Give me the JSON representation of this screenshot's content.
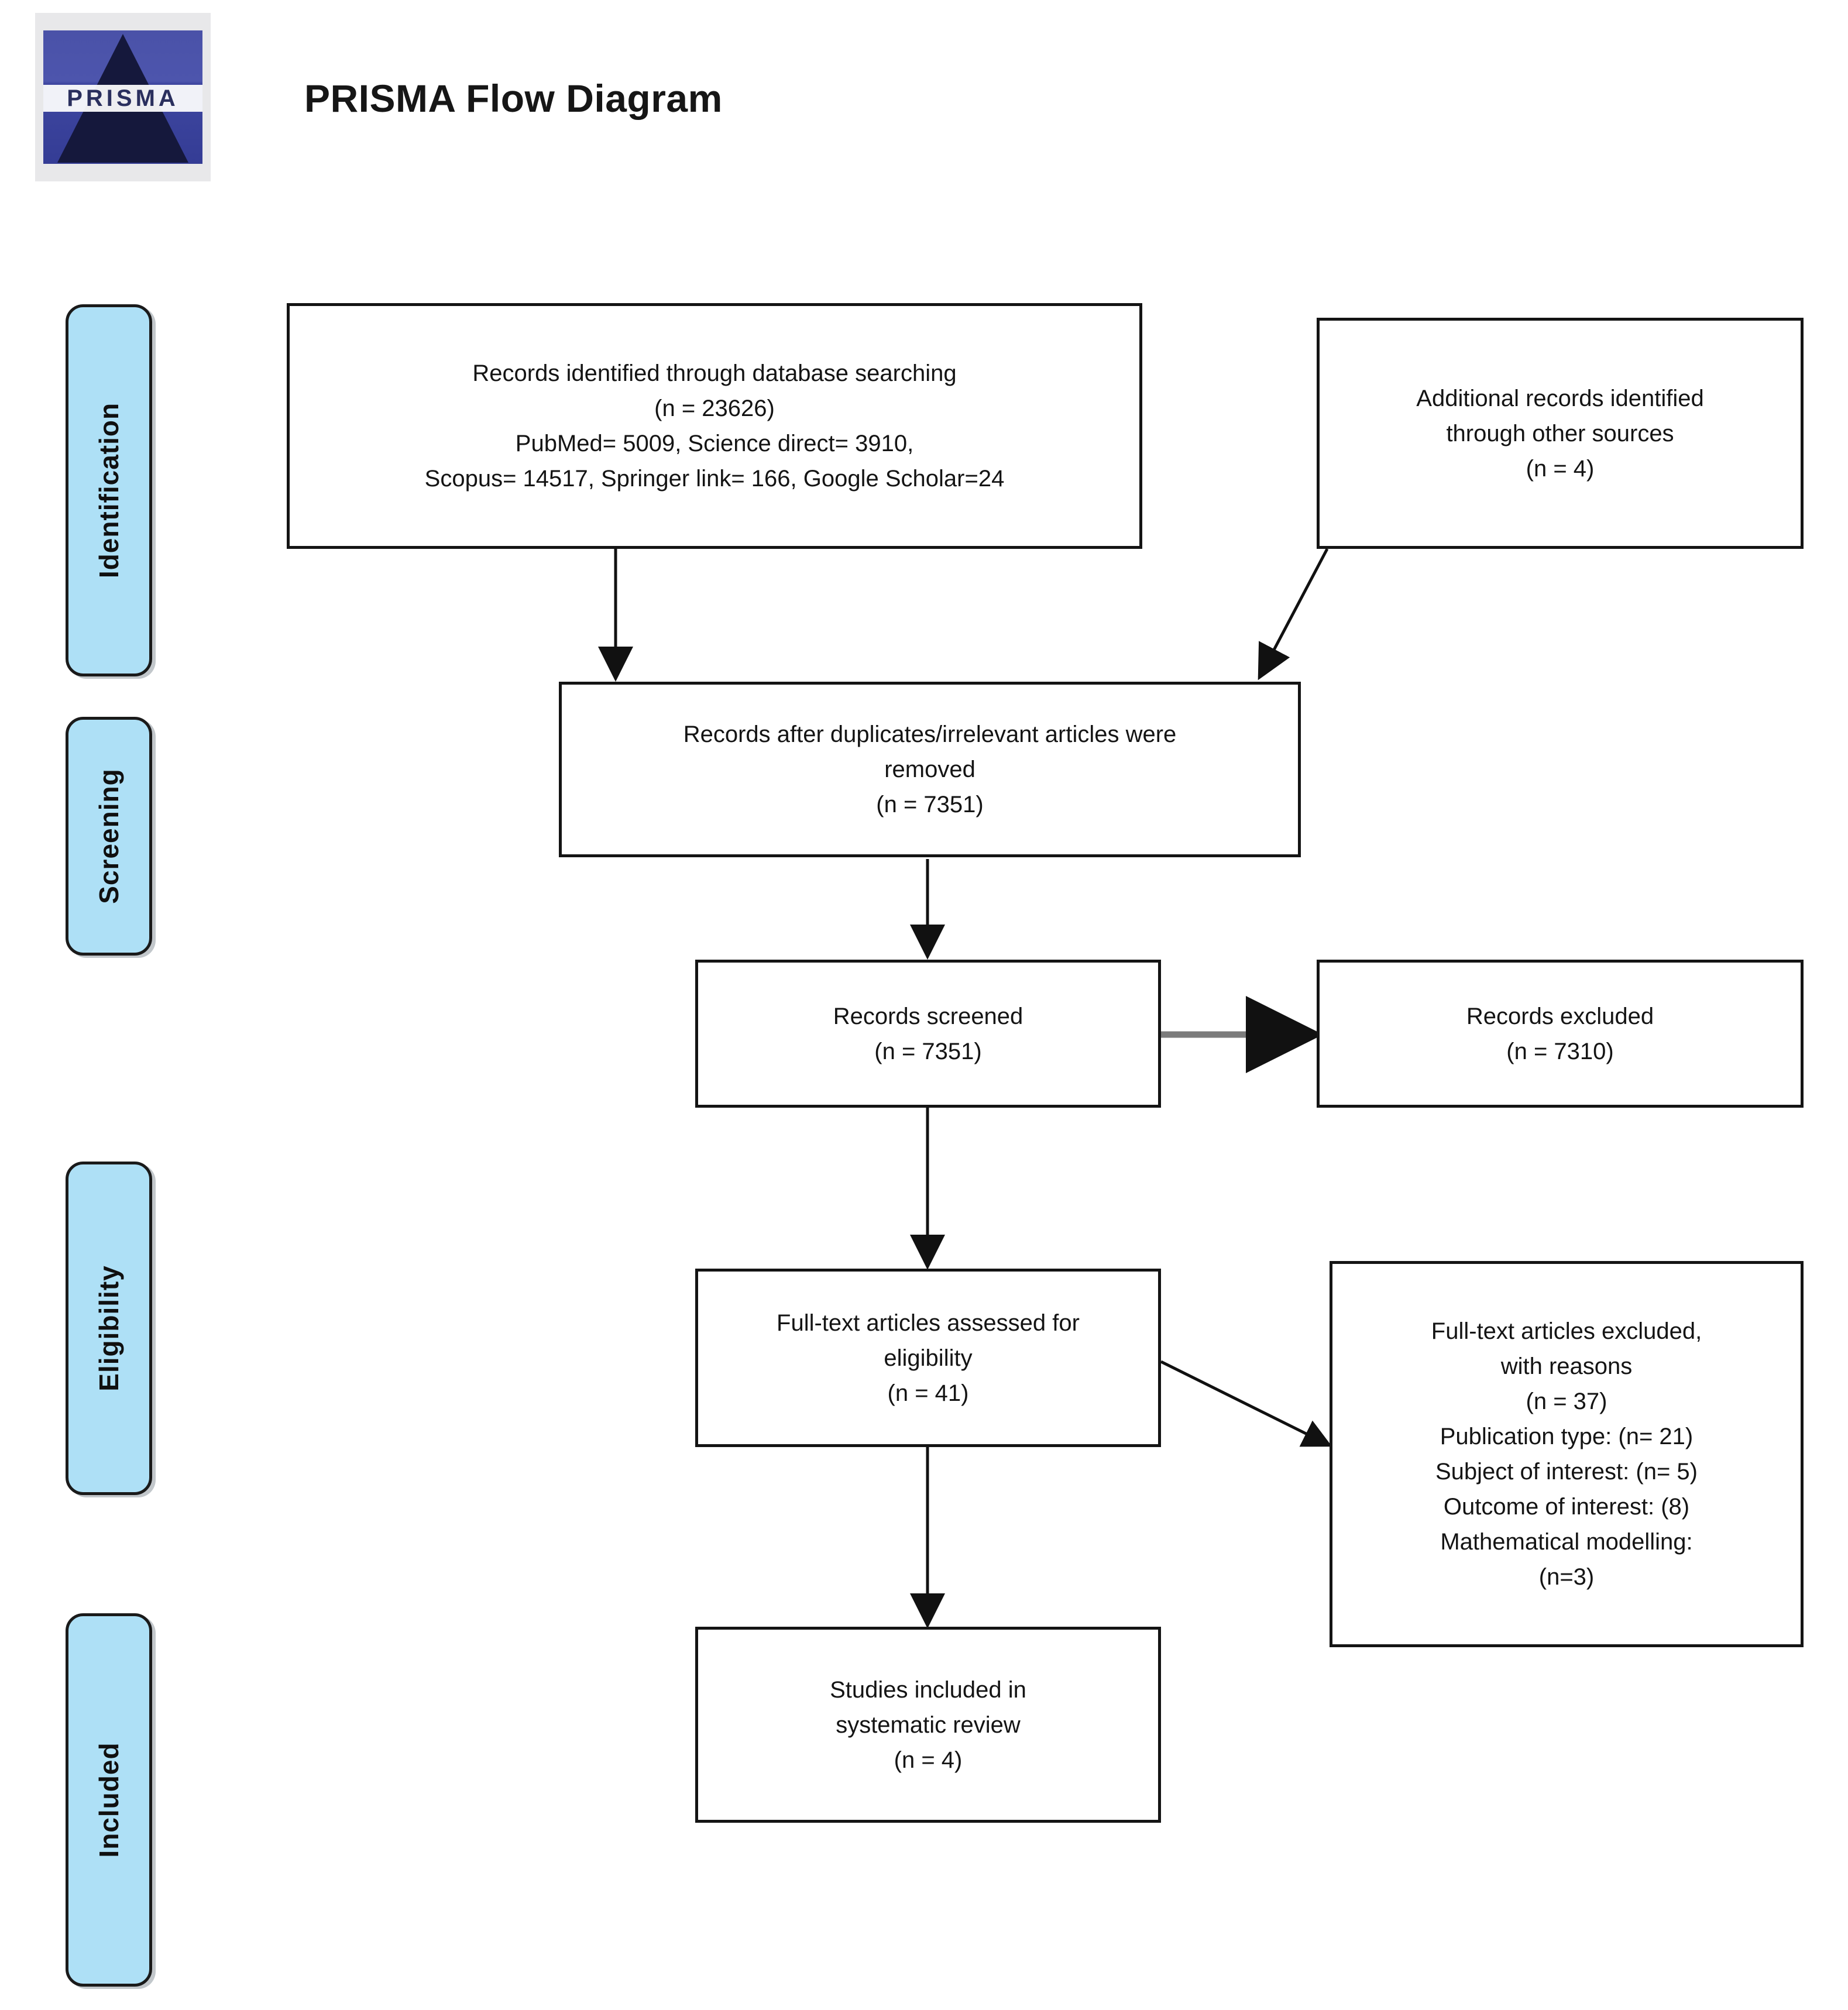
{
  "header": {
    "title": "PRISMA Flow Diagram",
    "logo_wordmark": "PRISMA"
  },
  "stages": [
    {
      "label": "Identification"
    },
    {
      "label": "Screening"
    },
    {
      "label": "Eligibility"
    },
    {
      "label": "Included"
    }
  ],
  "boxes": {
    "identified_db": {
      "lines": [
        "Records identified through database searching",
        "(n = 23626)",
        "PubMed= 5009, Science direct= 3910,",
        "Scopus= 14517, Springer link= 166, Google Scholar=24"
      ]
    },
    "additional_records": {
      "lines": [
        "Additional records identified",
        "through other sources",
        "(n =  4)"
      ]
    },
    "after_duplicates": {
      "lines": [
        "Records after duplicates/irrelevant articles were",
        "removed",
        "(n = 7351)"
      ]
    },
    "records_screened": {
      "lines": [
        "Records screened",
        "(n = 7351)"
      ]
    },
    "records_excluded": {
      "lines": [
        "Records excluded",
        "(n = 7310)"
      ]
    },
    "fulltext_assessed": {
      "lines": [
        "Full-text articles assessed for",
        "eligibility",
        "(n = 41)"
      ]
    },
    "fulltext_excluded": {
      "lines": [
        "Full-text articles excluded,",
        "with reasons",
        "(n = 37)",
        "Publication type: (n= 21)",
        "Subject of interest: (n= 5)",
        "Outcome of interest: (8)",
        "Mathematical modelling:",
        "(n=3)"
      ]
    },
    "studies_included": {
      "lines": [
        "Studies included in",
        "systematic review",
        "(n = 4)"
      ]
    }
  },
  "colors": {
    "stage_pill_fill": "#aee0f6",
    "box_border": "#141414",
    "text": "#141414",
    "logo_blue": "#4a52a8"
  },
  "chart_data": {
    "type": "diagram",
    "title": "PRISMA Flow Diagram",
    "nodes": [
      {
        "id": "identified_db",
        "stage": "Identification",
        "label": "Records identified through database searching",
        "n": 23626,
        "breakdown": {
          "PubMed": 5009,
          "Science direct": 3910,
          "Scopus": 14517,
          "Springer link": 166,
          "Google Scholar": 24
        }
      },
      {
        "id": "additional_records",
        "stage": "Identification",
        "label": "Additional records identified through other sources",
        "n": 4
      },
      {
        "id": "after_duplicates",
        "stage": "Screening",
        "label": "Records after duplicates/irrelevant articles were removed",
        "n": 7351
      },
      {
        "id": "records_screened",
        "stage": "Screening",
        "label": "Records screened",
        "n": 7351
      },
      {
        "id": "records_excluded",
        "stage": "Screening",
        "label": "Records excluded",
        "n": 7310
      },
      {
        "id": "fulltext_assessed",
        "stage": "Eligibility",
        "label": "Full-text articles assessed for eligibility",
        "n": 41
      },
      {
        "id": "fulltext_excluded",
        "stage": "Eligibility",
        "label": "Full-text articles excluded, with reasons",
        "n": 37,
        "reasons": [
          {
            "reason": "Publication type",
            "n": 21
          },
          {
            "reason": "Subject of interest",
            "n": 5
          },
          {
            "reason": "Outcome of interest",
            "n": 8
          },
          {
            "reason": "Mathematical modelling",
            "n": 3
          }
        ]
      },
      {
        "id": "studies_included",
        "stage": "Included",
        "label": "Studies included in systematic review",
        "n": 4
      }
    ],
    "edges": [
      {
        "from": "identified_db",
        "to": "after_duplicates"
      },
      {
        "from": "additional_records",
        "to": "after_duplicates"
      },
      {
        "from": "after_duplicates",
        "to": "records_screened"
      },
      {
        "from": "records_screened",
        "to": "records_excluded"
      },
      {
        "from": "records_screened",
        "to": "fulltext_assessed"
      },
      {
        "from": "fulltext_assessed",
        "to": "fulltext_excluded"
      },
      {
        "from": "fulltext_assessed",
        "to": "studies_included"
      }
    ]
  }
}
